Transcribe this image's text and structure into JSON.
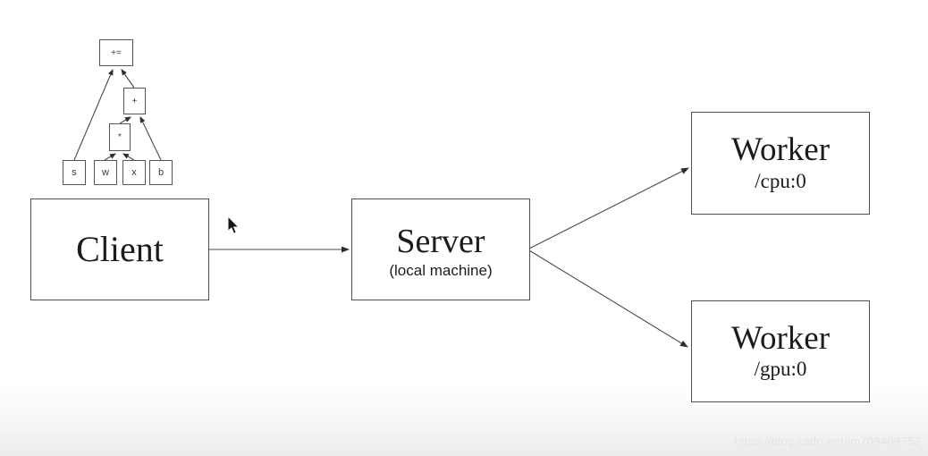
{
  "diagram": {
    "computation_graph": {
      "nodes": {
        "accum": "+=",
        "add": "+",
        "mul": "*",
        "s": "s",
        "w": "w",
        "x": "x",
        "b": "b"
      },
      "edges": [
        {
          "from": "s",
          "to": "accum"
        },
        {
          "from": "add",
          "to": "accum"
        },
        {
          "from": "mul",
          "to": "add"
        },
        {
          "from": "b",
          "to": "add"
        },
        {
          "from": "w",
          "to": "mul"
        },
        {
          "from": "x",
          "to": "mul"
        }
      ]
    },
    "client": {
      "label": "Client"
    },
    "server": {
      "label": "Server",
      "sublabel": "(local machine)"
    },
    "worker_cpu": {
      "label": "Worker",
      "sublabel": "/cpu:0"
    },
    "worker_gpu": {
      "label": "Worker",
      "sublabel": "/gpu:0"
    },
    "connections": [
      {
        "from": "client",
        "to": "server"
      },
      {
        "from": "server",
        "to": "worker_cpu"
      },
      {
        "from": "server",
        "to": "worker_gpu"
      }
    ]
  },
  "watermark": {
    "text": "https://blog.csdn.net/lm709409753"
  },
  "colors": {
    "background": "#ffffff",
    "box_border": "#4f4f4f",
    "line": "#4a4a4a",
    "arrowhead": "#2e2e2e",
    "text": "#1c1c1c",
    "watermark_text": "#e4e4e4"
  }
}
